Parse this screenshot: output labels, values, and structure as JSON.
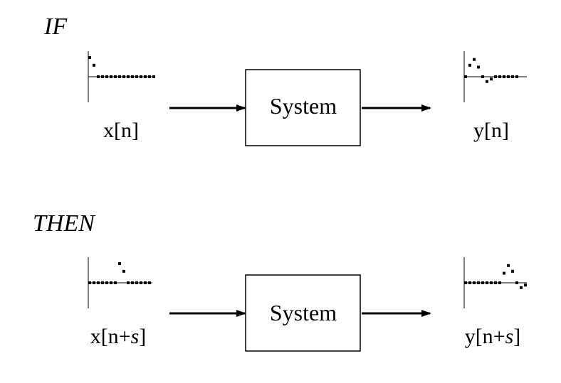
{
  "panels": [
    {
      "heading": "IF",
      "system_label": "System",
      "input": {
        "base": "x[n",
        "plus": "+",
        "shift": "",
        "close": "]"
      },
      "output": {
        "base": "y[n",
        "plus": "+",
        "shift": "",
        "close": "]"
      },
      "input_samples": [
        1,
        0.6,
        0,
        0,
        0,
        0,
        0,
        0,
        0,
        0,
        0,
        0,
        0,
        0,
        0,
        0
      ],
      "output_samples": [
        0,
        0.6,
        0.9,
        0.5,
        0,
        -0.25,
        -0.12,
        0,
        0,
        0,
        0,
        0,
        0
      ]
    },
    {
      "heading": "THEN",
      "system_label": "System",
      "input": {
        "base": "x[n",
        "plus": "+",
        "shift": "s",
        "close": "]"
      },
      "output": {
        "base": "y[n",
        "plus": "+",
        "shift": "s",
        "close": "]"
      },
      "input_samples": [
        0,
        0,
        0,
        0,
        0,
        0,
        0,
        1,
        0.6,
        0,
        0,
        0,
        0,
        0,
        0
      ],
      "output_samples": [
        0,
        0,
        0,
        0,
        0,
        0,
        0,
        0,
        0,
        0.5,
        0.9,
        0.6,
        0,
        -0.25,
        -0.12
      ]
    }
  ]
}
